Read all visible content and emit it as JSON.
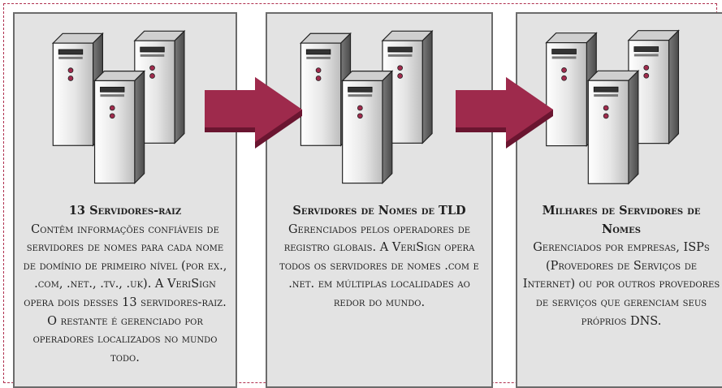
{
  "panels": [
    {
      "title": "13 Servidores-raiz",
      "body": "Contêm informações confiáveis de servidores de nomes para cada nome de domínio de primeiro nível (por ex., .com, .net., .tv., .uk). A VeriSign opera dois desses 13 servidores-raiz. O restante é gerenciado por operadores localizados no mundo todo."
    },
    {
      "title": "Servidores de Nomes de TLD",
      "body": "Gerenciados pelos operadores de registro globais. A VeriSign opera todos os servidores de nomes .com e .net. em múltiplas localidades ao redor do mundo."
    },
    {
      "title": "Milhares de Servidores de Nomes",
      "body": "Gerenciados por empresas, ISPs (Provedores de Serviços de Internet) ou por outros provedores de serviços que gerenciam seus próprios DNS."
    }
  ],
  "icons": [
    "server-rack-icon",
    "arrow-right-icon"
  ],
  "colors": {
    "arrow": "#9e2a4c",
    "arrow_side": "#6a1530",
    "panel_bg": "#e3e3e3",
    "panel_border": "#6b6b6b",
    "frame_dash": "#b0304f"
  }
}
